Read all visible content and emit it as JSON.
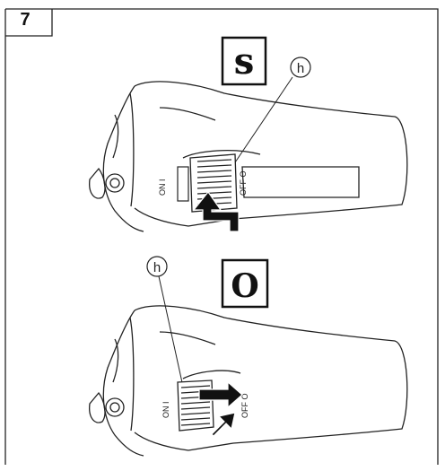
{
  "figure": {
    "number": "7",
    "callout_label": "h"
  },
  "panels": [
    {
      "mode_symbol": "s",
      "switch_on_label": "ON I",
      "switch_off_label": "OFF O",
      "callout": "h"
    },
    {
      "mode_symbol": "O",
      "switch_on_label": "ON I",
      "switch_off_label": "OFF O",
      "callout": "h"
    }
  ]
}
